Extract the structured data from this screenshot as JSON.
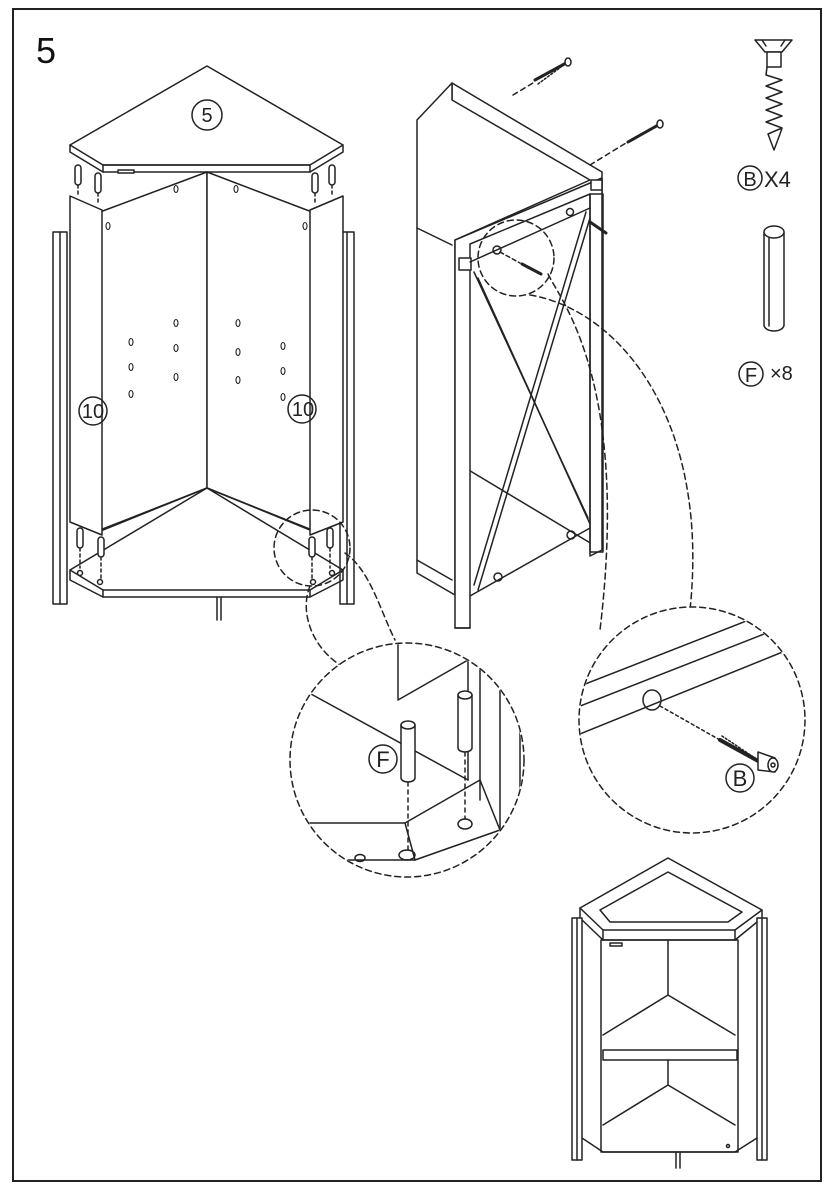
{
  "step": {
    "number": "5"
  },
  "parts": [
    {
      "id": "B",
      "qty_text": "X4"
    },
    {
      "id": "F",
      "qty_text": "×8"
    }
  ],
  "panels": {
    "top": "5",
    "side_left": "10",
    "side_right": "10"
  },
  "callouts": {
    "dowel_label": "F",
    "screw_label": "B"
  }
}
